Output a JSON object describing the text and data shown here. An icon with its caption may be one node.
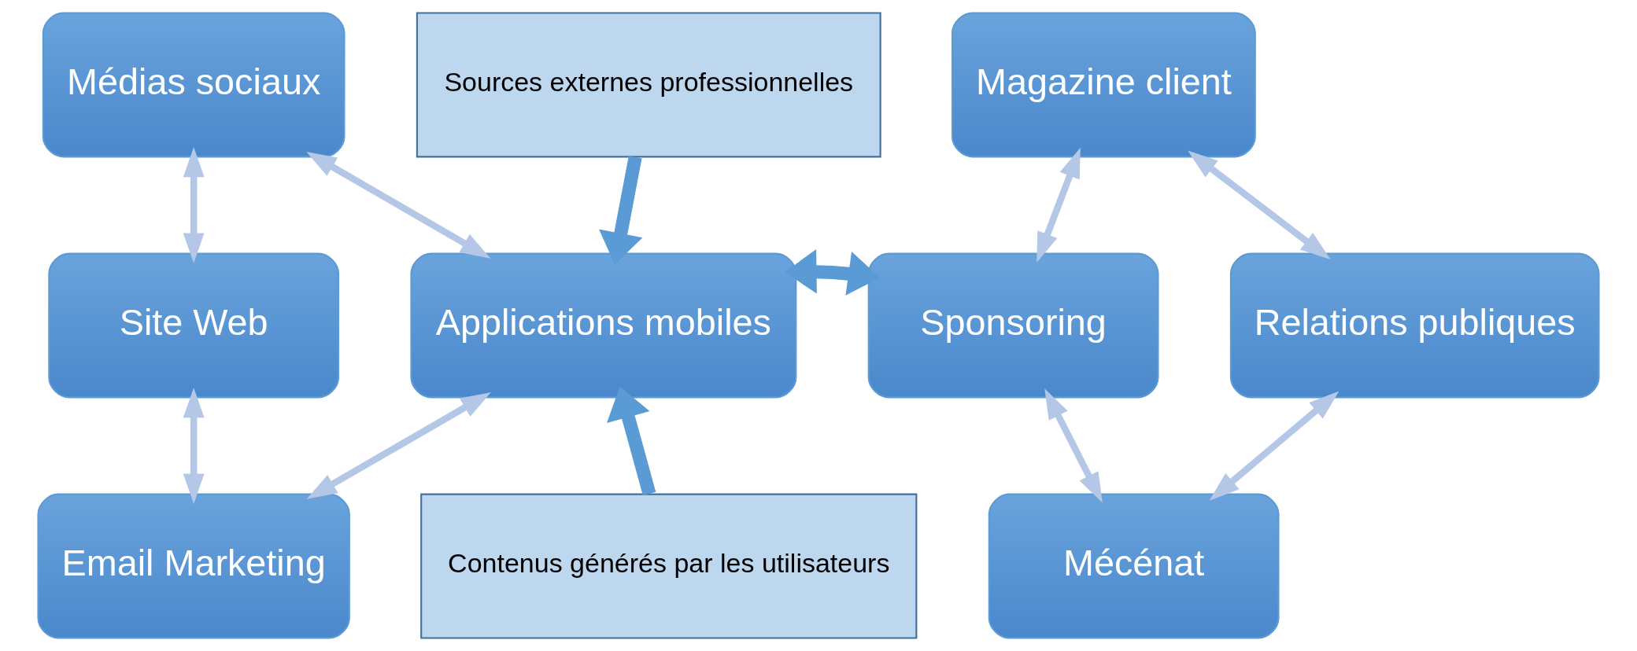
{
  "diagram": {
    "nodes": [
      {
        "text": [
          "Médias sociaux"
        ]
      },
      {
        "text": [
          "Sources externes professionnelles"
        ]
      },
      {
        "text": [
          "Magazine client"
        ]
      },
      {
        "text": [
          "Site Web"
        ]
      },
      {
        "text": [
          "Applications mobiles"
        ]
      },
      {
        "text": [
          "Sponsoring"
        ]
      },
      {
        "text": [
          "Relations publiques"
        ]
      },
      {
        "text": [
          "Email Marketing"
        ]
      },
      {
        "text": [
          "Contenus générés par les utilisateurs"
        ]
      },
      {
        "text": [
          "Mécénat"
        ]
      }
    ],
    "edges": [
      {
        "from": 0,
        "to": 3,
        "arrow": "both"
      },
      {
        "from": 0,
        "to": 4,
        "arrow": "both"
      },
      {
        "from": 1,
        "to": 4,
        "arrow": "to",
        "style": "thick",
        "color": "#5b9bd5"
      },
      {
        "from": 3,
        "to": 7,
        "arrow": "both"
      },
      {
        "from": 4,
        "to": 7,
        "arrow": "both"
      },
      {
        "from": 8,
        "to": 4,
        "arrow": "to",
        "style": "thick",
        "color": "#5b9bd5"
      },
      {
        "from": 4,
        "to": 5,
        "arrow": "both",
        "style": "thick",
        "color": "#5b9bd5"
      },
      {
        "from": 2,
        "to": 5,
        "arrow": "both"
      },
      {
        "from": 2,
        "to": 6,
        "arrow": "both"
      },
      {
        "from": 5,
        "to": 9,
        "arrow": "both"
      },
      {
        "from": 6,
        "to": 9,
        "arrow": "both"
      }
    ]
  }
}
